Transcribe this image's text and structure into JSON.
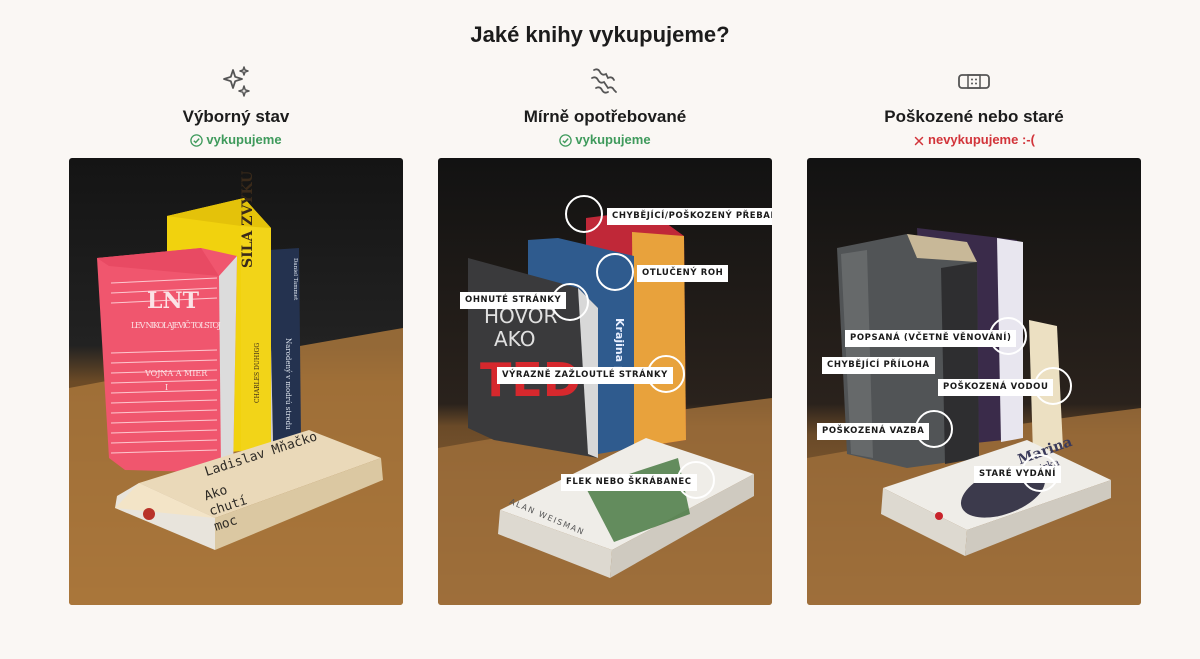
{
  "page": {
    "title": "Jaké knihy vykupujeme?"
  },
  "columns": [
    {
      "heading": "Výborný stav",
      "icon": "sparkles-icon",
      "status": {
        "text": "vykupujeme",
        "type": "accepted",
        "icon": "check-circle-icon",
        "color": "#3f9a5c"
      },
      "books": {
        "red_title": "LNT",
        "red_author": "LEV NIKOLAJEVIČ TOLSTOJ",
        "red_subtitle_1": "VOJNA A MIER",
        "red_subtitle_2": "I",
        "yellow_spine": "SILA ZVYKU",
        "yellow_author": "CHARLES DUHIGG",
        "navy_spine": "Narodený v modrú stredu",
        "navy_author": "Daniel Tammet",
        "cream_author": "Ladislav Mňačko",
        "cream_title_1": "Ako",
        "cream_title_2": "chutí",
        "cream_title_3": "moc"
      }
    },
    {
      "heading": "Mírně opotřebované",
      "icon": "wear-lines-icon",
      "status": {
        "text": "vykupujeme",
        "type": "accepted",
        "icon": "check-circle-icon",
        "color": "#3f9a5c"
      },
      "books": {
        "ted_1": "HOVOR",
        "ted_2": "AKO",
        "ted_3": "TED",
        "blue_spine": "Krajina pri",
        "white_author": "ALAN WEISMAN"
      },
      "callouts": [
        "CHYBĚJÍCÍ/POŠKOZENÝ PŘEBAL",
        "OTLUČENÝ ROH",
        "OHNUTÉ STRÁNKY",
        "VÝRAZNĚ ZAŽLOUTLÉ STRÁNKY",
        "FLEK NEBO ŠKRÁBANEC"
      ]
    },
    {
      "heading": "Poškozené nebo staré",
      "icon": "bandage-icon",
      "status": {
        "text": "nevykupujeme :-(",
        "type": "rejected",
        "icon": "x-icon",
        "color": "#d2343a"
      },
      "books": {
        "white_title": "Marina",
        "white_subtitle": "Dvirka"
      },
      "callouts": [
        "POPSANÁ (VČETNĚ VĚNOVÁNÍ)",
        "CHYBĚJÍCÍ PŘÍLOHA",
        "POŠKOZENÁ VODOU",
        "POŠKOZENÁ VAZBA",
        "STARÉ VYDÁNÍ"
      ]
    }
  ]
}
